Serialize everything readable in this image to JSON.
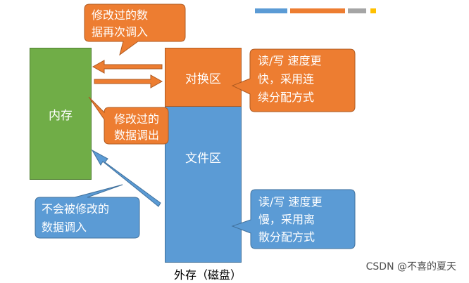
{
  "colors": {
    "memory": "#70ad47",
    "swap": "#ed7d31",
    "file": "#5b9bd5",
    "arrow": "#ed7d31",
    "arrow_blue": "#5b9bd5",
    "stripe_gray": "#a5a5a5",
    "stripe_yellow": "#ffc000"
  },
  "blocks": {
    "memory": "内存",
    "swap": "对换区",
    "file": "文件区"
  },
  "callouts": {
    "reload": [
      "修改过的数",
      "据再次调入"
    ],
    "writeout": [
      "修改过的",
      "数据调出"
    ],
    "swap_speed": [
      "读/写 速度更",
      "快，采用连",
      "续分配方式"
    ],
    "file_load": [
      "不会被修改的",
      "数据调入"
    ],
    "file_speed": [
      "读/写 速度更",
      "慢，采用离",
      "散分配方式"
    ]
  },
  "caption": "外存（磁盘）",
  "watermark": "CSDN @不喜的夏天"
}
